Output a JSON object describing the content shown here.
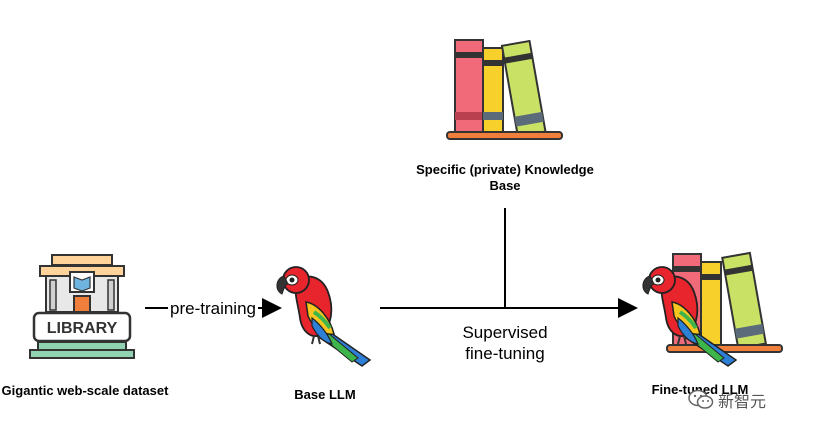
{
  "nodes": {
    "dataset_label": "Gigantic web-scale dataset",
    "library_sign": "LIBRARY",
    "base_llm_label": "Base LLM",
    "knowledge_base_label_line1": "Specific (private) Knowledge",
    "knowledge_base_label_line2": "Base",
    "finetuned_llm_label": "Fine-tuned LLM"
  },
  "edges": {
    "pretraining_label": "pre-training",
    "supervised_label_line1": "Supervised",
    "supervised_label_line2": "fine-tuning"
  },
  "watermark": {
    "text": "新智元",
    "icon": "wechat-icon"
  },
  "colors": {
    "book_red": "#f06a7a",
    "book_yellow": "#f7d02c",
    "book_green": "#c9e265",
    "parrot_red": "#e8242c",
    "parrot_blue": "#2e7fd6",
    "parrot_yellow": "#f7c51e",
    "parrot_green": "#3db54a"
  }
}
